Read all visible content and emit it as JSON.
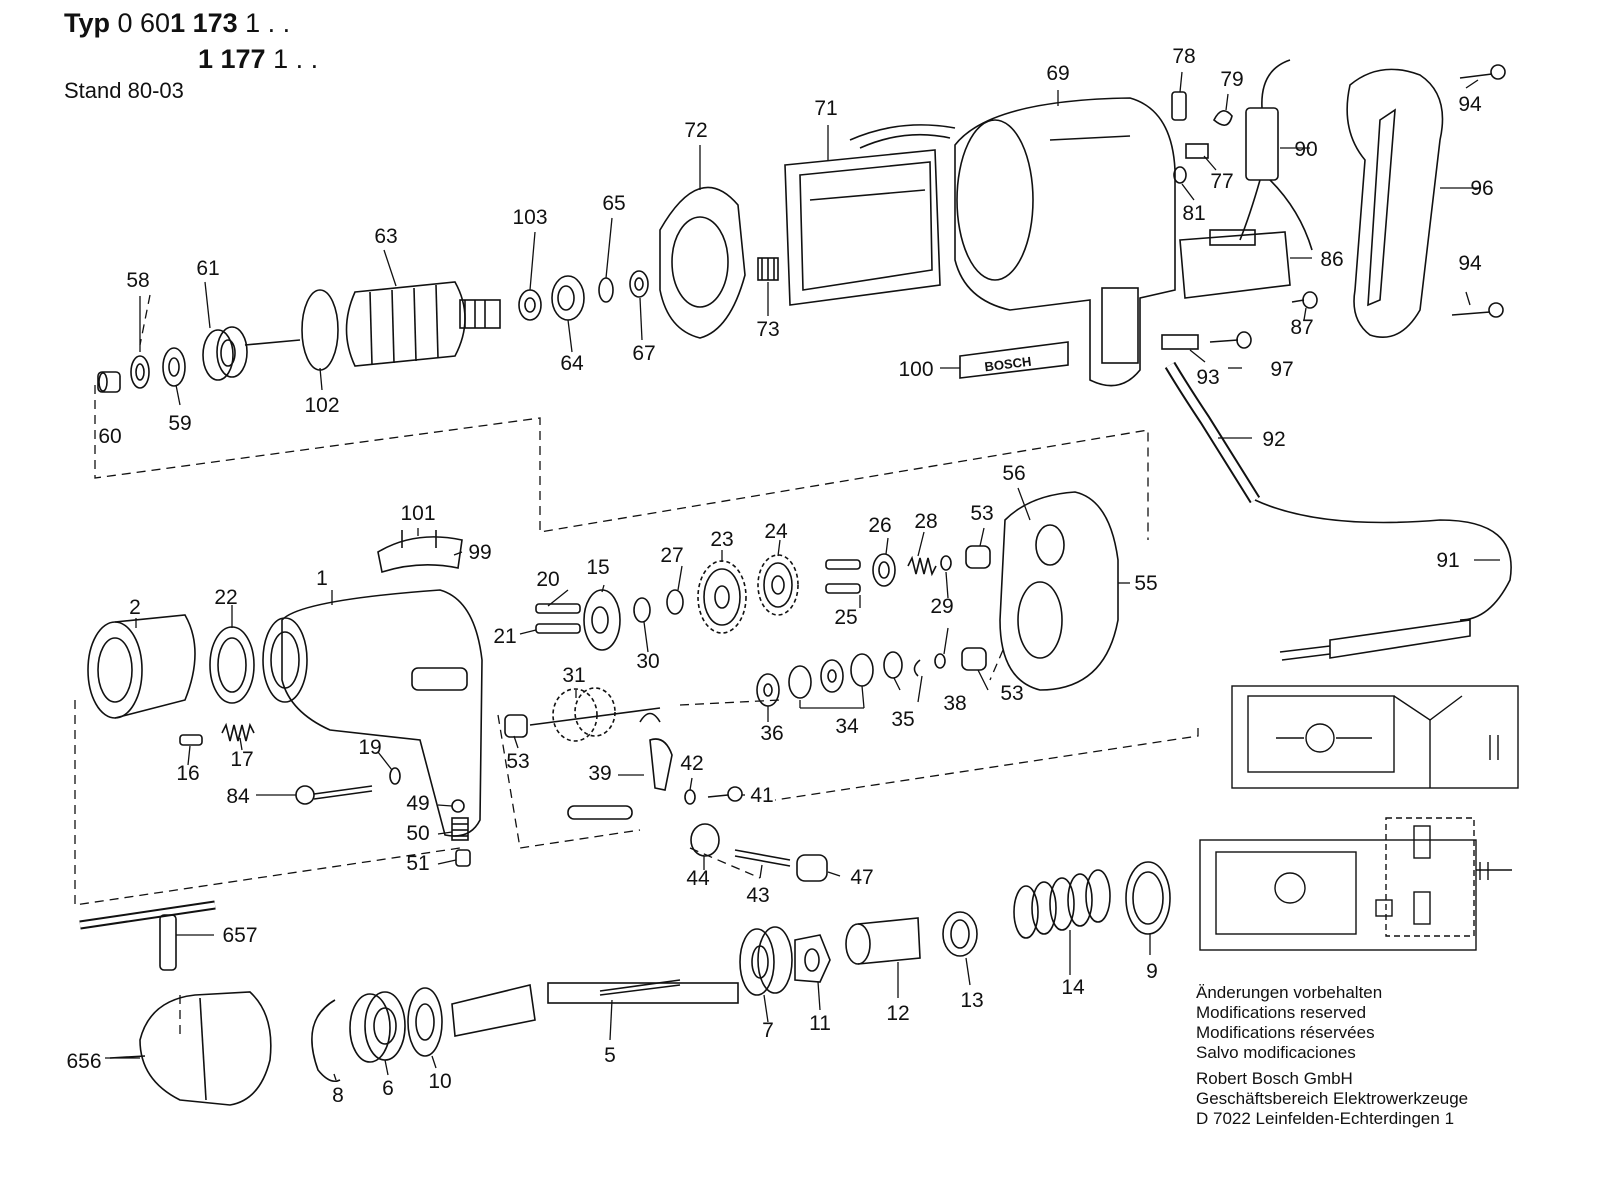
{
  "header": {
    "typ_label": "Typ",
    "typ_line1_prefix": "0 60",
    "typ_line1_bold": "1 173",
    "typ_line1_suffix": " 1 . .",
    "typ_line2_bold": "1 177",
    "typ_line2_suffix": " 1 . .",
    "stand": "Stand 80-03"
  },
  "nameplate_text": "BOSCH",
  "part_numbers": [
    {
      "id": "p1",
      "label": "1"
    },
    {
      "id": "p2",
      "label": "2"
    },
    {
      "id": "p5",
      "label": "5"
    },
    {
      "id": "p6",
      "label": "6"
    },
    {
      "id": "p7",
      "label": "7"
    },
    {
      "id": "p8",
      "label": "8"
    },
    {
      "id": "p9",
      "label": "9"
    },
    {
      "id": "p10",
      "label": "10"
    },
    {
      "id": "p11",
      "label": "11"
    },
    {
      "id": "p12",
      "label": "12"
    },
    {
      "id": "p13",
      "label": "13"
    },
    {
      "id": "p14",
      "label": "14"
    },
    {
      "id": "p15",
      "label": "15"
    },
    {
      "id": "p16",
      "label": "16"
    },
    {
      "id": "p17",
      "label": "17"
    },
    {
      "id": "p19",
      "label": "19"
    },
    {
      "id": "p20",
      "label": "20"
    },
    {
      "id": "p21",
      "label": "21"
    },
    {
      "id": "p22",
      "label": "22"
    },
    {
      "id": "p23",
      "label": "23"
    },
    {
      "id": "p24",
      "label": "24"
    },
    {
      "id": "p25",
      "label": "25"
    },
    {
      "id": "p26",
      "label": "26"
    },
    {
      "id": "p27",
      "label": "27"
    },
    {
      "id": "p28",
      "label": "28"
    },
    {
      "id": "p29",
      "label": "29"
    },
    {
      "id": "p30",
      "label": "30"
    },
    {
      "id": "p31",
      "label": "31"
    },
    {
      "id": "p34",
      "label": "34"
    },
    {
      "id": "p35",
      "label": "35"
    },
    {
      "id": "p36",
      "label": "36"
    },
    {
      "id": "p38",
      "label": "38"
    },
    {
      "id": "p39",
      "label": "39"
    },
    {
      "id": "p41",
      "label": "41"
    },
    {
      "id": "p42",
      "label": "42"
    },
    {
      "id": "p43",
      "label": "43"
    },
    {
      "id": "p44",
      "label": "44"
    },
    {
      "id": "p47",
      "label": "47"
    },
    {
      "id": "p49",
      "label": "49"
    },
    {
      "id": "p50",
      "label": "50"
    },
    {
      "id": "p51",
      "label": "51"
    },
    {
      "id": "p53a",
      "label": "53"
    },
    {
      "id": "p53b",
      "label": "53"
    },
    {
      "id": "p53c",
      "label": "53"
    },
    {
      "id": "p55",
      "label": "55"
    },
    {
      "id": "p56",
      "label": "56"
    },
    {
      "id": "p58",
      "label": "58"
    },
    {
      "id": "p59",
      "label": "59"
    },
    {
      "id": "p60",
      "label": "60"
    },
    {
      "id": "p61",
      "label": "61"
    },
    {
      "id": "p63",
      "label": "63"
    },
    {
      "id": "p64",
      "label": "64"
    },
    {
      "id": "p65",
      "label": "65"
    },
    {
      "id": "p67",
      "label": "67"
    },
    {
      "id": "p69",
      "label": "69"
    },
    {
      "id": "p71",
      "label": "71"
    },
    {
      "id": "p72",
      "label": "72"
    },
    {
      "id": "p73",
      "label": "73"
    },
    {
      "id": "p77",
      "label": "77"
    },
    {
      "id": "p78",
      "label": "78"
    },
    {
      "id": "p79",
      "label": "79"
    },
    {
      "id": "p81",
      "label": "81"
    },
    {
      "id": "p84",
      "label": "84"
    },
    {
      "id": "p86",
      "label": "86"
    },
    {
      "id": "p87",
      "label": "87"
    },
    {
      "id": "p90",
      "label": "90"
    },
    {
      "id": "p91",
      "label": "91"
    },
    {
      "id": "p92",
      "label": "92"
    },
    {
      "id": "p93",
      "label": "93"
    },
    {
      "id": "p94a",
      "label": "94"
    },
    {
      "id": "p94b",
      "label": "94"
    },
    {
      "id": "p96",
      "label": "96"
    },
    {
      "id": "p97",
      "label": "97"
    },
    {
      "id": "p99",
      "label": "99"
    },
    {
      "id": "p100",
      "label": "100"
    },
    {
      "id": "p101",
      "label": "101"
    },
    {
      "id": "p102",
      "label": "102"
    },
    {
      "id": "p103",
      "label": "103"
    },
    {
      "id": "p656",
      "label": "656"
    },
    {
      "id": "p657",
      "label": "657"
    }
  ],
  "notice": {
    "line1": "Änderungen vorbehalten",
    "line2": "Modifications reserved",
    "line3": "Modifications réservées",
    "line4": "Salvo modificaciones"
  },
  "company": {
    "line1": "Robert Bosch GmbH",
    "line2": "Geschäftsbereich Elektrowerkzeuge",
    "line3": "D 7022 Leinfelden-Echterdingen 1"
  }
}
